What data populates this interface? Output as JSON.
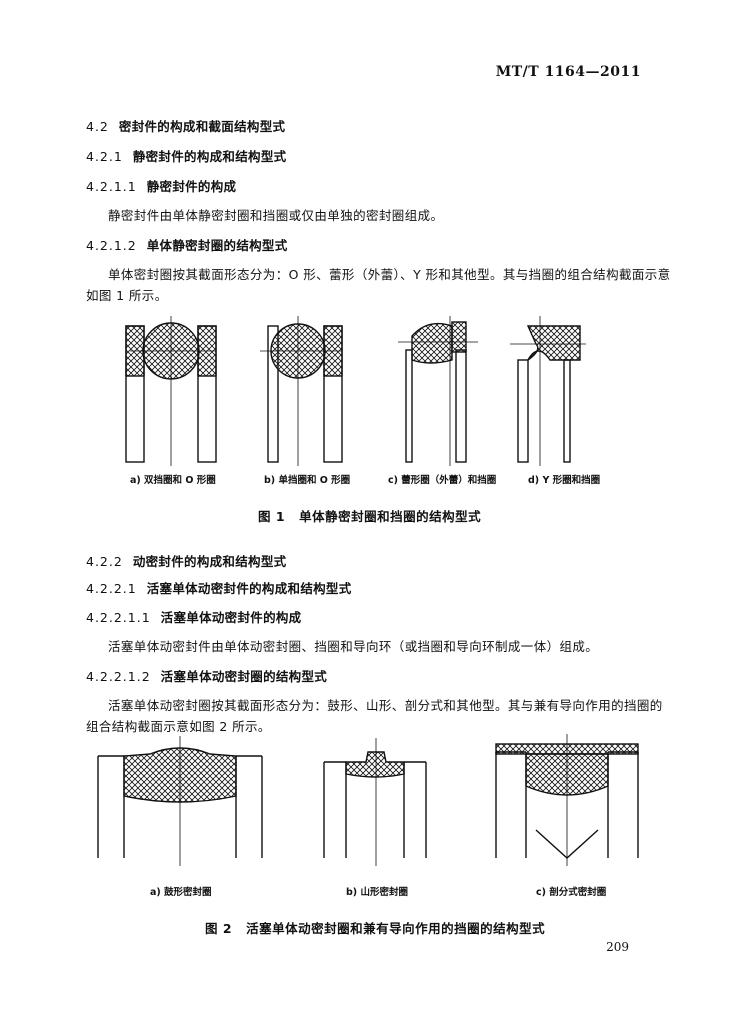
{
  "header": {
    "standard_no": "MT/T 1164—2011"
  },
  "sections": {
    "s42": {
      "num": "4.2",
      "title": "密封件的构成和截面结构型式"
    },
    "s421": {
      "num": "4.2.1",
      "title": "静密封件的构成和结构型式"
    },
    "s4211": {
      "num": "4.2.1.1",
      "title": "静密封件的构成"
    },
    "p4211": "静密封件由单体静密封圈和挡圈或仅由单独的密封圈组成。",
    "s4212": {
      "num": "4.2.1.2",
      "title": "单体静密封圈的结构型式"
    },
    "p4212_l1": "单体密封圈按其截面形态分为：O 形、蕾形（外蕾）、Y 形和其他型。其与挡圈的组合结构截面示意",
    "p4212_l2": "如图 1 所示。",
    "s422": {
      "num": "4.2.2",
      "title": "动密封件的构成和结构型式"
    },
    "s4221": {
      "num": "4.2.2.1",
      "title": "活塞单体动密封件的构成和结构型式"
    },
    "s42211": {
      "num": "4.2.2.1.1",
      "title": "活塞单体动密封件的构成"
    },
    "p42211": "活塞单体动密封件由单体动密封圈、挡圈和导向环（或挡圈和导向环制成一体）组成。",
    "s42212": {
      "num": "4.2.2.1.2",
      "title": "活塞单体动密封圈的结构型式"
    },
    "p42212_l1": "活塞单体动密封圈按其截面形态分为：鼓形、山形、剖分式和其他型。其与兼有导向作用的挡圈的",
    "p42212_l2": "组合结构截面示意如图 2 所示。"
  },
  "figure1": {
    "caption_num": "图 1",
    "caption": "单体静密封圈和挡圈的结构型式",
    "subs": [
      "a) 双挡圈和 O 形圈",
      "b) 单挡圈和 O 形圈",
      "c) 蕾形圈（外蕾）和挡圈",
      "d) Y 形圈和挡圈"
    ]
  },
  "figure2": {
    "caption_num": "图 2",
    "caption": "活塞单体动密封圈和兼有导向作用的挡圈的结构型式",
    "subs": [
      "a) 鼓形密封圈",
      "b) 山形密封圈",
      "c) 剖分式密封圈"
    ]
  },
  "footer": {
    "page_no": "209"
  }
}
